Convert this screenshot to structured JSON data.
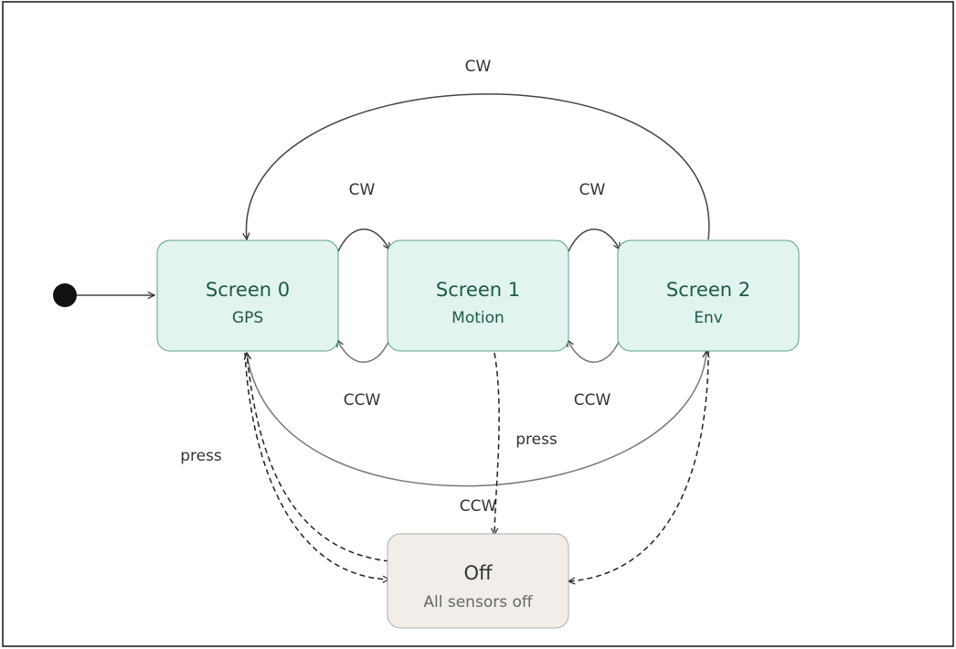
{
  "colors": {
    "screen_fill": "#e2f4ef",
    "screen_stroke": "#5e9f8a",
    "screen_text": "#1c5a45",
    "off_fill": "#f1eeea",
    "off_stroke": "#b3aca4",
    "off_title": "#333333",
    "off_sub": "#666666"
  },
  "states": {
    "screen0": {
      "title": "Screen 0",
      "subtitle": "GPS"
    },
    "screen1": {
      "title": "Screen 1",
      "subtitle": "Motion"
    },
    "screen2": {
      "title": "Screen 2",
      "subtitle": "Env"
    },
    "off": {
      "title": "Off",
      "subtitle": "All sensors off"
    }
  },
  "transitions": {
    "cw_2_to_0": "CW",
    "cw_0_to_1": "CW",
    "cw_1_to_2": "CW",
    "ccw_1_to_0": "CCW",
    "ccw_2_to_1": "CCW",
    "ccw_0_to_2": "CCW",
    "press_0_to_off": "press",
    "press_1_to_off": "press"
  }
}
